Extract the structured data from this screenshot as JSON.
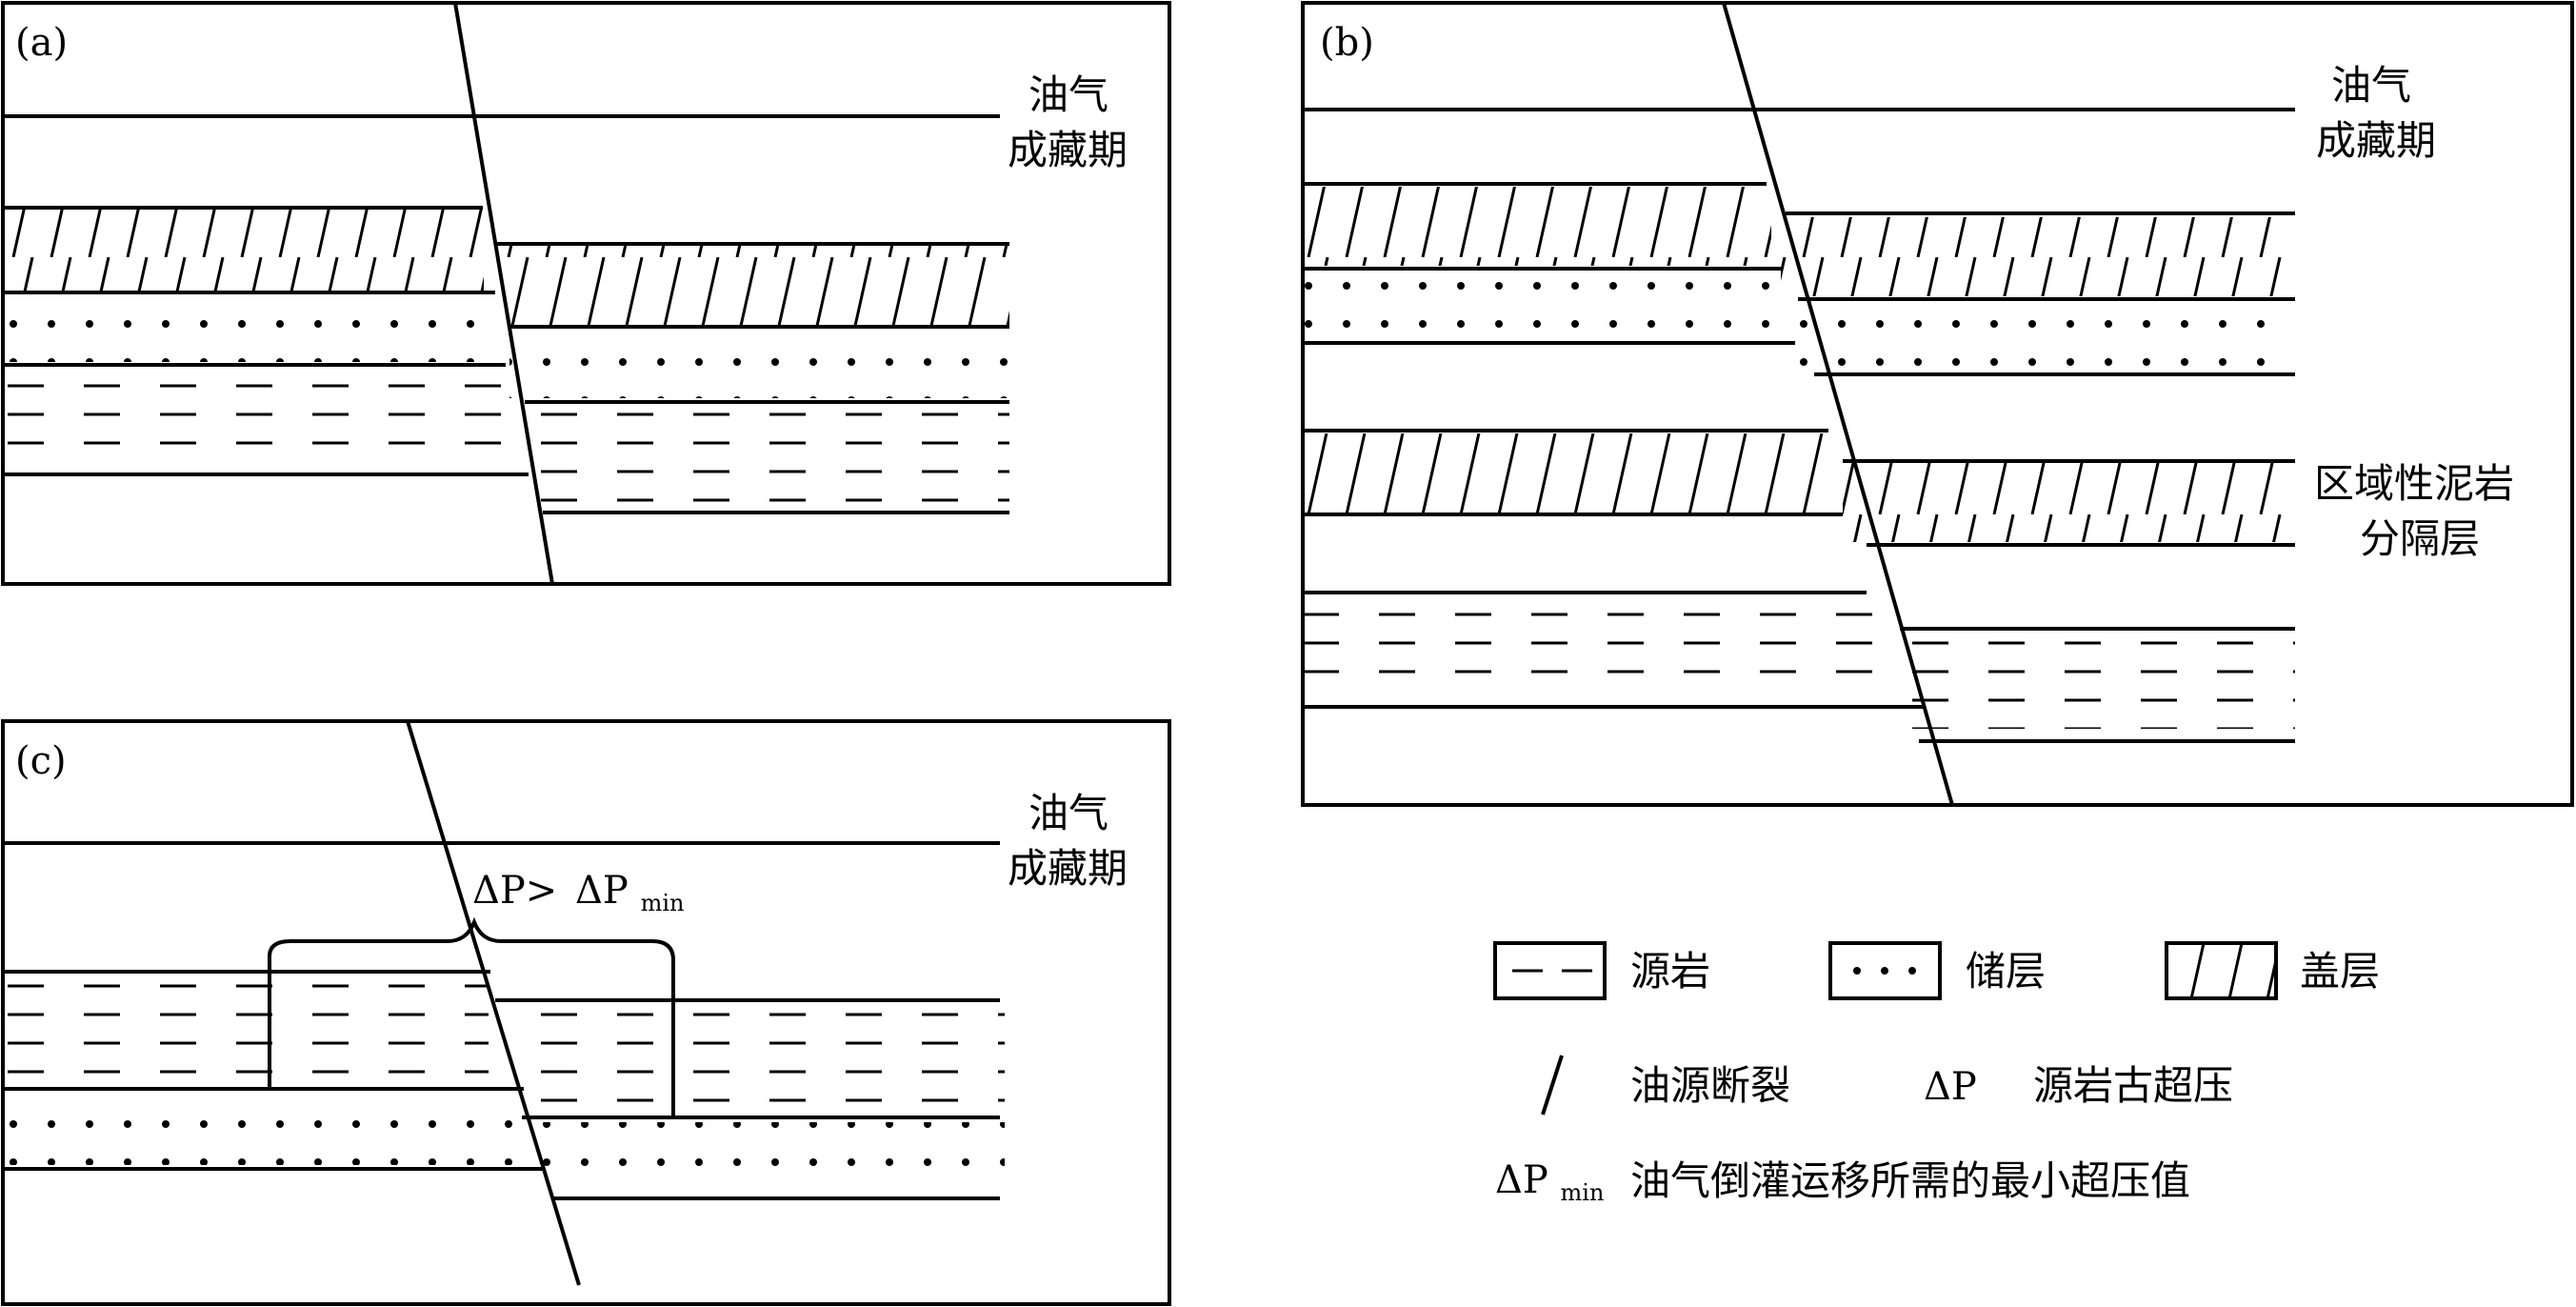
{
  "panels": {
    "a": {
      "label": "(a)",
      "annotation": [
        "油气",
        "成藏期"
      ]
    },
    "b": {
      "label": "(b)",
      "annotation": [
        "油气",
        "成藏期"
      ],
      "annotation2": [
        "区域性泥岩",
        "分隔层"
      ]
    },
    "c": {
      "label": "(c)",
      "annotation": [
        "油气",
        "成藏期"
      ],
      "pressure": {
        "lhs": "ΔP>",
        "rhs": "ΔP",
        "sub": "min"
      }
    }
  },
  "legend": {
    "source_rock": "源岩",
    "reservoir": "储层",
    "cap_rock": "盖层",
    "fault": "油源断裂",
    "dp_symbol": "ΔP",
    "dp_desc": "源岩古超压",
    "dpmin_symbol": "ΔP",
    "dpmin_sub": "min",
    "dpmin_desc": "油气倒灌运移所需的最小超压值"
  }
}
